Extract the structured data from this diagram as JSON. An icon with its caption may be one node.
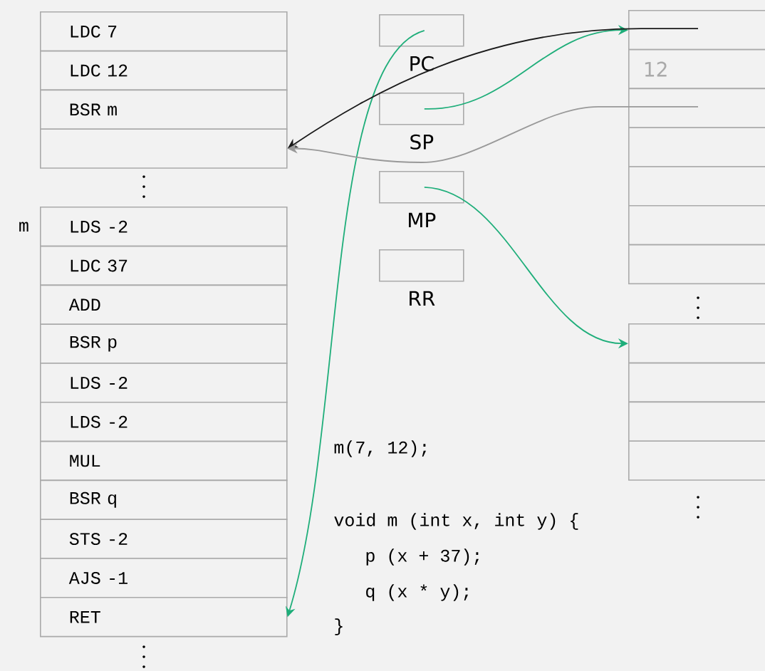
{
  "diagram": {
    "nodes": [
      {
        "text": [
          "LDC 7"
        ]
      },
      {
        "text": [
          "LDC 12"
        ]
      },
      {
        "text": [
          "BSR m"
        ]
      },
      {
        "text": [],
        "shape": "box"
      },
      {
        "text": [
          "LDS -2"
        ],
        "beside": [
          "m"
        ]
      },
      {
        "text": [
          "LDC 37"
        ]
      },
      {
        "text": [
          "ADD"
        ]
      },
      {
        "text": [
          "BSR p"
        ]
      },
      {
        "text": [
          "LDS -2"
        ]
      },
      {
        "text": [
          "LDS -2"
        ]
      },
      {
        "text": [
          "MUL"
        ]
      },
      {
        "text": [
          "BSR q"
        ]
      },
      {
        "text": [
          "STS -2"
        ]
      },
      {
        "text": [
          "AJS -1"
        ]
      },
      {
        "text": [
          "RET"
        ]
      },
      {
        "text": [
          "PC"
        ]
      },
      {
        "text": [
          "SP"
        ]
      },
      {
        "text": [
          "MP"
        ]
      },
      {
        "text": [
          "RR"
        ]
      },
      {
        "text": [],
        "shape": "box"
      },
      {
        "text": [
          "12"
        ]
      },
      {
        "text": [],
        "shape": "box"
      },
      {
        "text": [],
        "shape": "box"
      },
      {
        "text": [],
        "shape": "box"
      },
      {
        "text": [],
        "shape": "box"
      },
      {
        "text": [],
        "shape": "box"
      },
      {
        "text": [],
        "shape": "box"
      },
      {
        "text": [],
        "shape": "box"
      },
      {
        "text": [],
        "shape": "box"
      },
      {
        "text": [],
        "shape": "box"
      }
    ],
    "edges": [
      {
        "from": 15,
        "to": 14,
        "arrow": "to"
      },
      {
        "from": 16,
        "to": 19,
        "arrow": "to"
      },
      {
        "from": 17,
        "to": 26,
        "arrow": "to"
      },
      {
        "from": 19,
        "to": 3,
        "arrow": "to",
        "color": "#1a1a1a"
      },
      {
        "from": 21,
        "to": 3,
        "arrow": "to",
        "color": "#999999"
      }
    ],
    "labels": [
      "m(7, 12);",
      "void m (int x, int y) {",
      "p (x + 37);",
      "q (x * y);",
      "}"
    ]
  }
}
